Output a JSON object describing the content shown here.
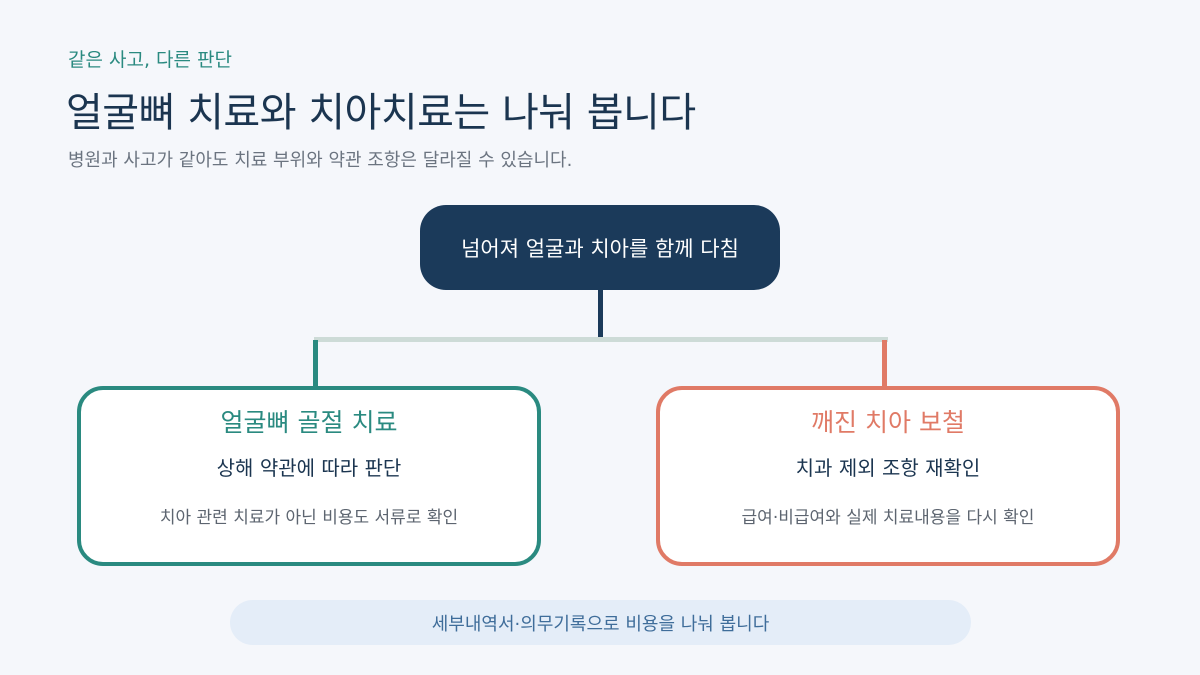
{
  "header": {
    "eyebrow": "같은 사고, 다른 판단",
    "title": "얼굴뼈 치료와 치아치료는 나눠 봅니다",
    "subtitle": "병원과 사고가 같아도 치료 부위와 약관 조항은 달라질 수 있습니다."
  },
  "root": {
    "label": "넘어져 얼굴과 치아를 함께 다침"
  },
  "branches": [
    {
      "title": "얼굴뼈 골절 치료",
      "subtitle": "상해 약관에 따라 판단",
      "note": "치아 관련 치료가 아닌 비용도 서류로 확인",
      "color": "#2a8a80"
    },
    {
      "title": "깨진 치아 보철",
      "subtitle": "치과 제외 조항 재확인",
      "note": "급여·비급여와 실제 치료내용을 다시 확인",
      "color": "#e07a66"
    }
  ],
  "footer": {
    "text": "세부내역서·의무기록으로 비용을 나눠 봅니다"
  },
  "colors": {
    "navy": "#1b3a5a",
    "teal": "#2a8a80",
    "coral": "#e07a66",
    "background": "#f5f7fb"
  }
}
